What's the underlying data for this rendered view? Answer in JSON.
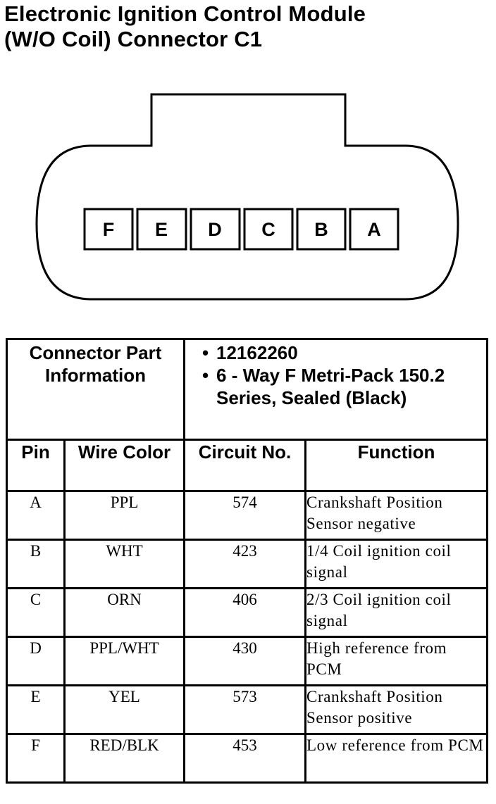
{
  "title": {
    "line1": "Electronic Ignition Control Module",
    "line2": "(W/O Coil) Connector C1"
  },
  "connector": {
    "pins": [
      "F",
      "E",
      "D",
      "C",
      "B",
      "A"
    ]
  },
  "part_info": {
    "label": "Connector Part Information",
    "items": [
      "12162260",
      "6 - Way F Metri-Pack 150.2 Series, Sealed (Black)"
    ]
  },
  "table": {
    "headers": {
      "pin": "Pin",
      "wire_color": "Wire Color",
      "circuit_no": "Circuit No.",
      "function": "Function"
    },
    "rows": [
      {
        "pin": "A",
        "wire": "PPL",
        "circuit": "574",
        "function": "Crankshaft Position Sensor negative"
      },
      {
        "pin": "B",
        "wire": "WHT",
        "circuit": "423",
        "function": "1/4 Coil ignition coil signal"
      },
      {
        "pin": "C",
        "wire": "ORN",
        "circuit": "406",
        "function": "2/3 Coil ignition coil signal"
      },
      {
        "pin": "D",
        "wire": "PPL/WHT",
        "circuit": "430",
        "function": "High reference from PCM"
      },
      {
        "pin": "E",
        "wire": "YEL",
        "circuit": "573",
        "function": "Crankshaft Position Sensor positive"
      },
      {
        "pin": "F",
        "wire": "RED/BLK",
        "circuit": "453",
        "function": "Low reference from PCM"
      }
    ]
  }
}
